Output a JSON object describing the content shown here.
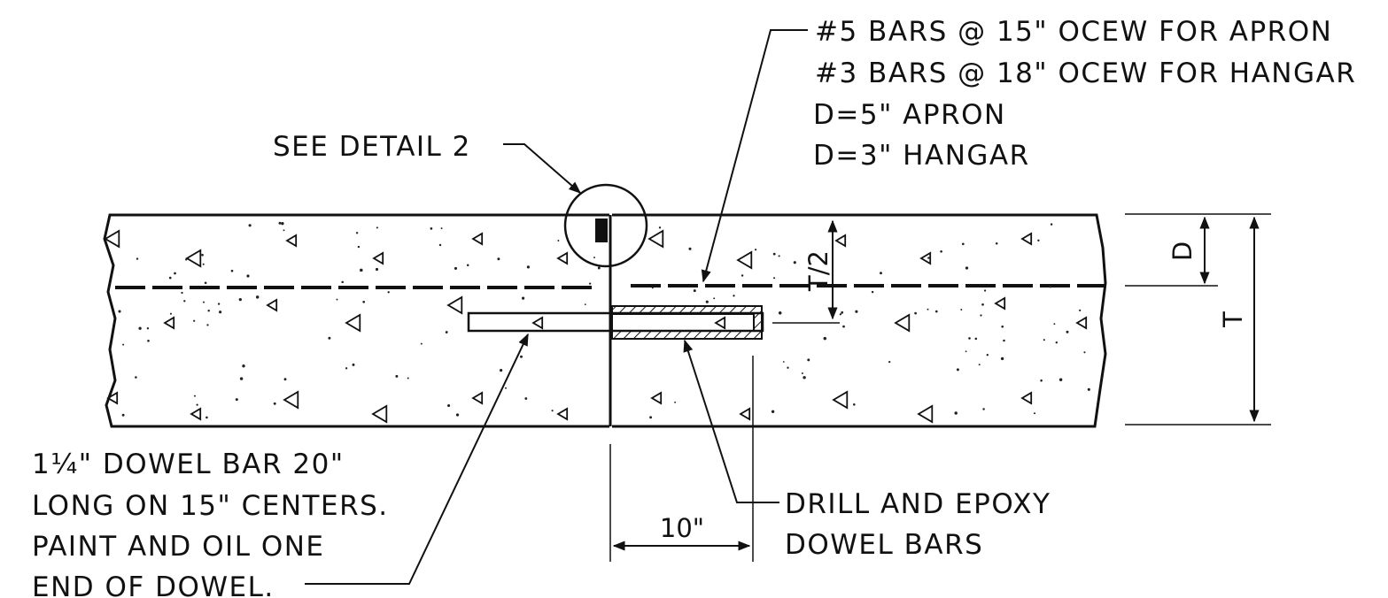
{
  "reinforcement_note": {
    "line1": "#5 BARS @ 15\" OCEW FOR APRON",
    "line2": "#3 BARS @ 18\" OCEW FOR HANGAR",
    "line3": "D=5\" APRON",
    "line4": "D=3\" HANGAR"
  },
  "detail_callout": "SEE DETAIL 2",
  "dowel_note": {
    "line1": "1¼\" DOWEL BAR 20\"",
    "line2": "LONG ON 15\" CENTERS.",
    "line3": "PAINT AND OIL ONE",
    "line4": "END OF DOWEL."
  },
  "epoxy_note": {
    "line1": "DRILL AND EPOXY",
    "line2": "DOWEL BARS"
  },
  "dimensions": {
    "half_thickness": "T/2",
    "depth": "D",
    "thickness": "T",
    "embed_length": "10\""
  },
  "colors": {
    "ink": "#111111",
    "paper": "#ffffff"
  }
}
